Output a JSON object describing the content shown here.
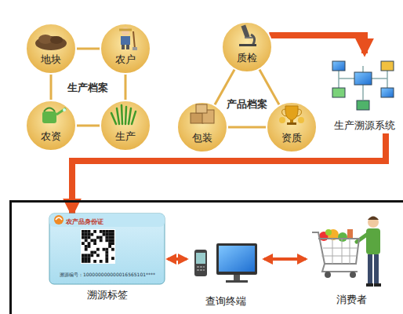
{
  "diagram": {
    "nodes": [
      {
        "text": [
          "地块"
        ]
      },
      {
        "text": [
          "农户"
        ]
      },
      {
        "text": [
          "农资"
        ]
      },
      {
        "text": [
          "生产"
        ]
      },
      {
        "text": [
          "质检"
        ]
      },
      {
        "text": [
          "包装"
        ]
      },
      {
        "text": [
          "资质"
        ]
      },
      {
        "text": [
          "生产溯源系统"
        ]
      },
      {
        "text": [
          "农产品身份证",
          "溯源编号：100000000000016565101****",
          "溯源标签"
        ]
      },
      {
        "text": [
          "查询终端"
        ]
      },
      {
        "text": [
          "消费者"
        ]
      }
    ],
    "edges": [
      {
        "from": 0,
        "to": 1,
        "arrow": "none"
      },
      {
        "from": 0,
        "to": 2,
        "arrow": "none"
      },
      {
        "from": 1,
        "to": 3,
        "arrow": "none"
      },
      {
        "from": 2,
        "to": 3,
        "arrow": "none"
      },
      {
        "from": 4,
        "to": 5,
        "arrow": "none"
      },
      {
        "from": 4,
        "to": 6,
        "arrow": "none"
      },
      {
        "from": 5,
        "to": 6,
        "arrow": "none"
      },
      {
        "from": 4,
        "to": 7,
        "arrow": "to"
      },
      {
        "from": 7,
        "to": 8,
        "arrow": "to"
      },
      {
        "from": 8,
        "to": 9,
        "arrow": "both"
      },
      {
        "from": 9,
        "to": 10,
        "arrow": "both"
      }
    ],
    "labels": [
      "生产档案",
      "产品档案"
    ]
  }
}
